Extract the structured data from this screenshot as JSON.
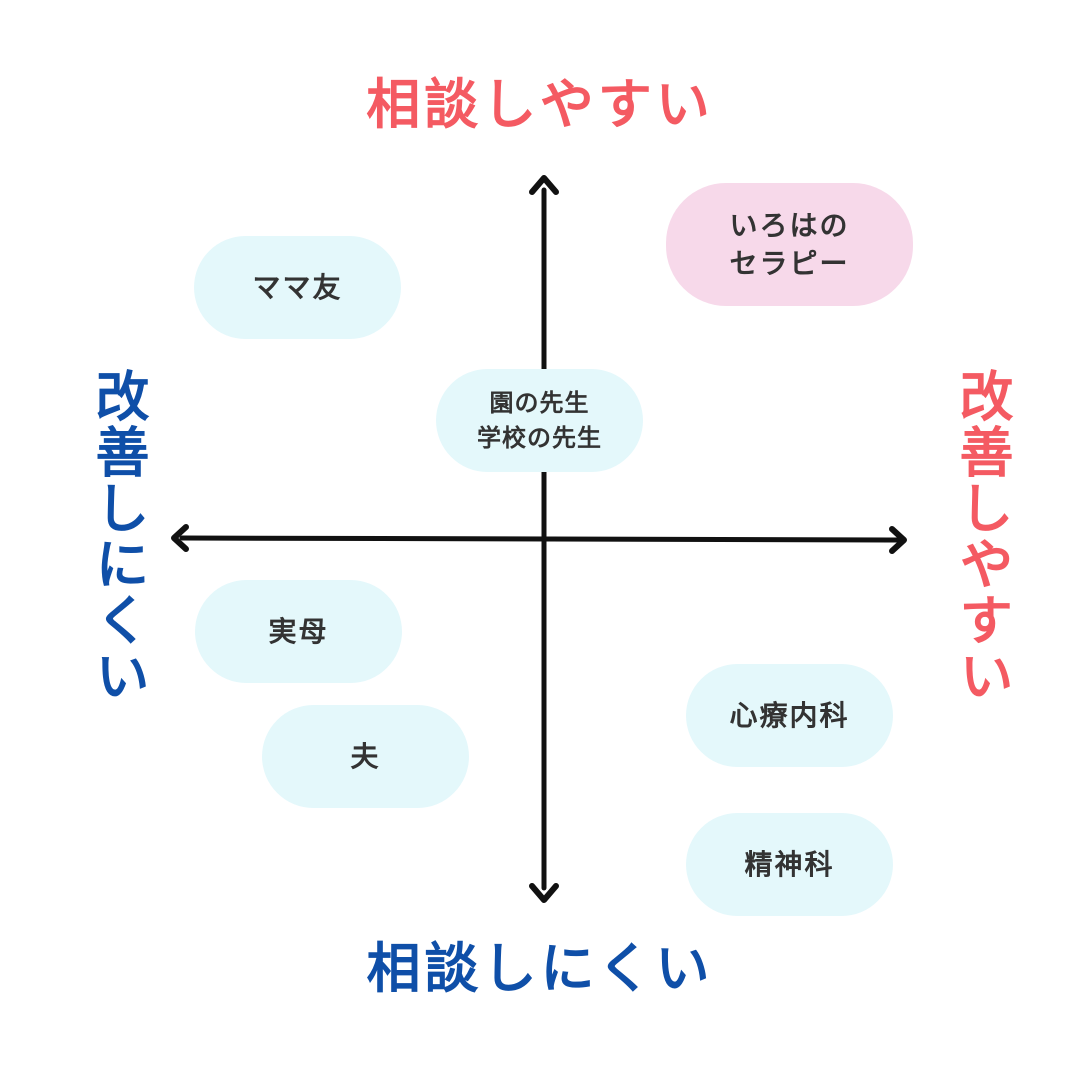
{
  "axes": {
    "top_label": "相談しやすい",
    "bottom_label": "相談しにくい",
    "left_label": "改善しにくい",
    "right_label": "改善しやすい"
  },
  "colors": {
    "positive": "#f45a62",
    "negative": "#0f4fa8",
    "axis": "#111111",
    "pill_default": "#e4f8fb",
    "pill_highlight": "#f7d9ea"
  },
  "items": [
    {
      "id": "irohano",
      "label": "いろはの\nセラピー",
      "style": "highlight"
    },
    {
      "id": "mamatomo",
      "label": "ママ友",
      "style": "default"
    },
    {
      "id": "sensei",
      "label": "園の先生\n学校の先生",
      "style": "default"
    },
    {
      "id": "jitsubo",
      "label": "実母",
      "style": "default"
    },
    {
      "id": "otto",
      "label": "夫",
      "style": "default"
    },
    {
      "id": "shinryonaika",
      "label": "心療内科",
      "style": "default"
    },
    {
      "id": "seishinka",
      "label": "精神科",
      "style": "default"
    }
  ]
}
